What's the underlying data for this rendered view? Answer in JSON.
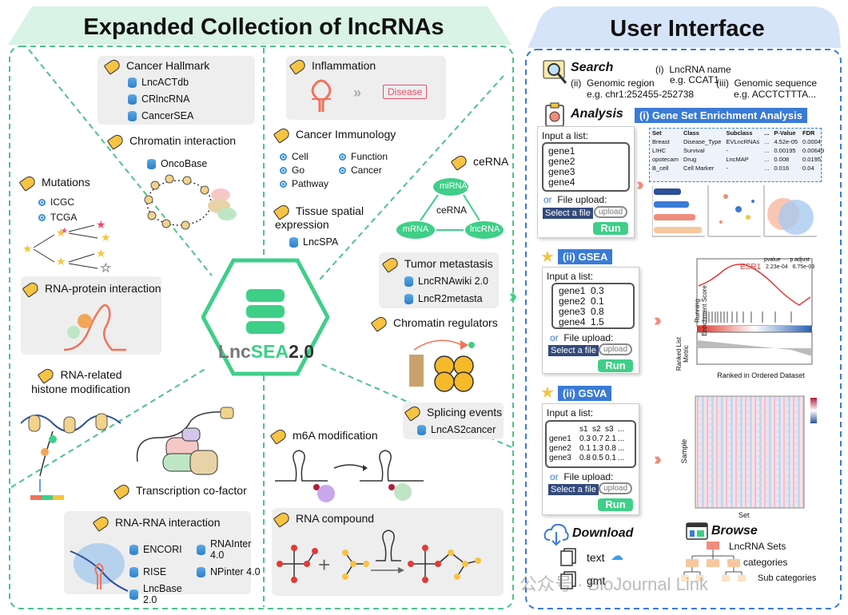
{
  "left": {
    "title": "Expanded Collection of lncRNAs",
    "cancer_hallmark": {
      "title": "Cancer Hallmark",
      "dbs": [
        "LncACTdb",
        "CRlncRNA",
        "CancerSEA"
      ]
    },
    "inflammation": {
      "title": "Inflammation",
      "disease": "Disease"
    },
    "chromatin_interaction": {
      "title": "Chromatin interaction",
      "db": "OncoBase"
    },
    "cancer_immunology": {
      "title": "Cancer Immunology",
      "items": [
        "Cell",
        "Function",
        "Go",
        "Cancer",
        "Pathway"
      ]
    },
    "mutations": {
      "title": "Mutations",
      "items": [
        "ICGC",
        "TCGA"
      ]
    },
    "cerna": {
      "title": "ceRNA",
      "center": "ceRNA",
      "nodes": [
        "miRNA",
        "mRNA",
        "lncRNA"
      ]
    },
    "tissue": {
      "title": "Tissue spatial expression",
      "db": "LncSPA"
    },
    "tumor_metastasis": {
      "title": "Tumor metastasis",
      "dbs": [
        "LncRNAwiki 2.0",
        "LncR2metasta"
      ]
    },
    "rna_protein": {
      "title": "RNA-protein interaction"
    },
    "chromatin_regulators": {
      "title": "Chromatin regulators"
    },
    "histone": {
      "title": "RNA-related histone modification"
    },
    "logo": {
      "a": "Lnc",
      "b": "SEA",
      "c": "2.0"
    },
    "splicing": {
      "title": "Splicing events",
      "db": "LncAS2cancer"
    },
    "transcription": {
      "title": "Transcription co-factor"
    },
    "m6a": {
      "title": "m6A modification"
    },
    "rna_rna": {
      "title": "RNA-RNA interaction",
      "dbs": [
        "ENCORI",
        "RNAInter 4.0",
        "RISE",
        "NPinter 4.0",
        "LncBase 2.0"
      ]
    },
    "rna_compound": {
      "title": "RNA compound"
    }
  },
  "right": {
    "title": "User Interface",
    "search": {
      "title": "Search",
      "i_num": "(i)",
      "i_label": "LncRNA name",
      "i_eg": "e.g.  CCAT1",
      "ii_num": "(ii)",
      "ii_label": "Genomic region",
      "ii_eg": "e.g.  chr1:252455-252738",
      "iii_num": "(iii)",
      "iii_label": "Genomic sequence",
      "iii_eg": "e.g.  ACCTCTTTA..."
    },
    "analysis": {
      "title": "Analysis",
      "gsea_all": "(i) Gene Set Enrichment Analysis",
      "input_label": "Input a list:",
      "genes": [
        "gene1",
        "gene2",
        "gene3",
        "gene4"
      ],
      "or": "or",
      "file_upload": "File upload:",
      "select": "Select a file",
      "upload": "upload",
      "run": "Run",
      "table": {
        "headers": [
          "Set",
          "Class",
          "Subclass",
          "...",
          "P-Value",
          "FDR"
        ],
        "rows": [
          [
            "Breast",
            "Disease_Type",
            "EVLncRNAs",
            "...",
            "4.52e-05",
            "0.0004"
          ],
          [
            "LIHC",
            "Survival",
            "-",
            "...",
            "0.00195",
            "0.00649"
          ],
          [
            "opotecam",
            "Drug",
            "LncMAP",
            "...",
            "0.008",
            "0.0195"
          ],
          [
            "B_cell",
            "Cell Marker",
            "-",
            "...",
            "0.016",
            "0.04"
          ]
        ]
      }
    },
    "gsea": {
      "title": "(ii) GSEA",
      "input_label": "Input a list:",
      "genes": [
        [
          "gene1",
          "0.3"
        ],
        [
          "gene2",
          "0.1"
        ],
        [
          "gene3",
          "0.8"
        ],
        [
          "gene4",
          "1.5"
        ]
      ],
      "or": "or",
      "file_upload": "File upload:",
      "select": "Select a file",
      "upload": "upload",
      "run": "Run",
      "plot": {
        "y1": "Running Enrichment Score",
        "y2": "Ranked List Metric",
        "x": "Ranked in Ordered Dataset",
        "gene": "ESR1",
        "pvalue_h": "pvalue",
        "padj_h": "p.adjust",
        "pvalue": "2.23e-04",
        "padj": "6.75e-03"
      }
    },
    "gsva": {
      "title": "(ii) GSVA",
      "input_label": "Input a list:",
      "cols": [
        "s1",
        "s2",
        "s3",
        "..."
      ],
      "rows": [
        [
          "gene1",
          "0.3",
          "0.7",
          "2.1",
          "..."
        ],
        [
          "gene2",
          "0.1",
          "1.3",
          "0.8",
          "..."
        ],
        [
          "gene3",
          "0.8",
          "0.5",
          "0.1",
          "..."
        ]
      ],
      "or": "or",
      "file_upload": "File upload:",
      "select": "Select a file",
      "upload": "upload",
      "run": "Run",
      "plot": {
        "y": "Sample",
        "x": "Set"
      }
    },
    "download": {
      "title": "Download",
      "text": "text",
      "gmt": "gmt"
    },
    "browse": {
      "title": "Browse",
      "l1": "LncRNA Sets",
      "l2": "categories",
      "l3": "Sub categories"
    }
  },
  "watermark": "公众号 · BioJournal Link",
  "colors": {
    "green": "#3fcf88",
    "blue": "#3a7bd5",
    "coral": "#f08c7c",
    "star": "#f6c343"
  }
}
